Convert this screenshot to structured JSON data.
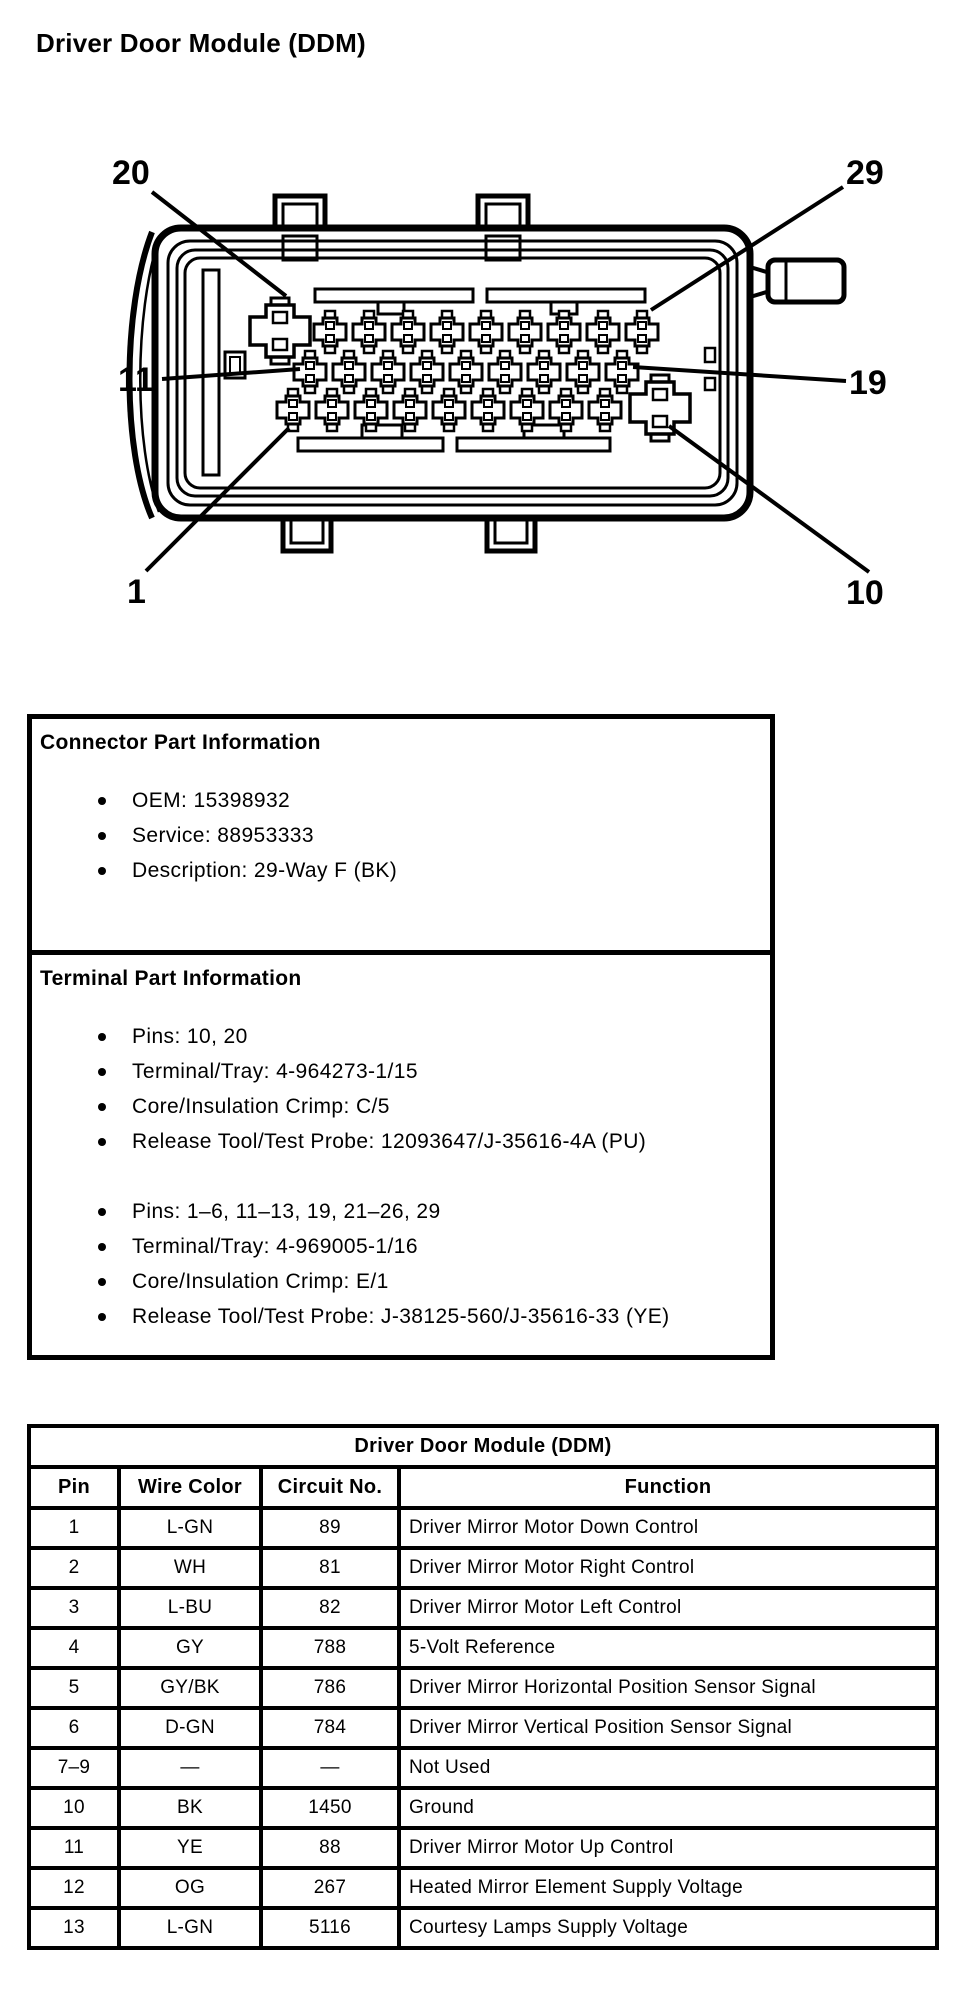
{
  "title": "Driver Door Module (DDM)",
  "diagram": {
    "labels": {
      "p20": "20",
      "p29": "29",
      "p11": "11",
      "p19": "19",
      "p1": "1",
      "p10": "10"
    }
  },
  "connector_info": {
    "heading": "Connector Part Information",
    "items": [
      "OEM: 15398932",
      "Service: 88953333",
      "Description: 29-Way F (BK)"
    ]
  },
  "terminal_info": {
    "heading": "Terminal Part Information",
    "groups": [
      {
        "items": [
          "Pins: 10, 20",
          "Terminal/Tray: 4-964273-1/15",
          "Core/Insulation Crimp: C/5",
          "Release Tool/Test Probe: 12093647/J-35616-4A (PU)"
        ]
      },
      {
        "items": [
          "Pins: 1–6, 11–13, 19, 21–26, 29",
          "Terminal/Tray: 4-969005-1/16",
          "Core/Insulation Crimp: E/1",
          "Release Tool/Test Probe: J-38125-560/J-35616-33 (YE)"
        ]
      }
    ]
  },
  "table": {
    "title": "Driver Door Module (DDM)",
    "columns": [
      "Pin",
      "Wire Color",
      "Circuit No.",
      "Function"
    ],
    "rows": [
      [
        "1",
        "L-GN",
        "89",
        "Driver Mirror Motor Down Control"
      ],
      [
        "2",
        "WH",
        "81",
        "Driver Mirror Motor Right Control"
      ],
      [
        "3",
        "L-BU",
        "82",
        "Driver Mirror Motor Left Control"
      ],
      [
        "4",
        "GY",
        "788",
        "5-Volt Reference"
      ],
      [
        "5",
        "GY/BK",
        "786",
        "Driver Mirror Horizontal Position Sensor Signal"
      ],
      [
        "6",
        "D-GN",
        "784",
        "Driver Mirror Vertical Position Sensor Signal"
      ],
      [
        "7–9",
        "—",
        "—",
        "Not Used"
      ],
      [
        "10",
        "BK",
        "1450",
        "Ground"
      ],
      [
        "11",
        "YE",
        "88",
        "Driver Mirror Motor Up Control"
      ],
      [
        "12",
        "OG",
        "267",
        "Heated Mirror Element Supply Voltage"
      ],
      [
        "13",
        "L-GN",
        "5116",
        "Courtesy Lamps Supply Voltage"
      ]
    ]
  },
  "colors": {
    "ink": "#000000",
    "paper": "#ffffff"
  }
}
